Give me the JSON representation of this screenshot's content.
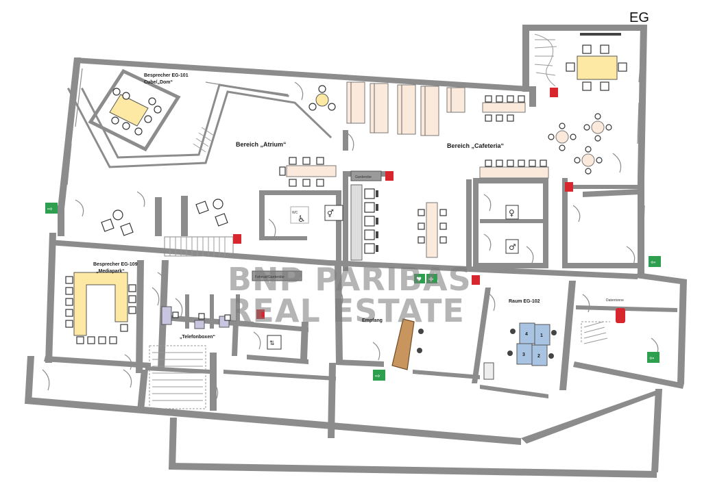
{
  "floor_label": "EG",
  "rooms": {
    "eg101_line1": "Besprecher EG-101",
    "eg101_line2": "Cube/„Dom“",
    "atrium": "Bereich „Atrium“",
    "cafeteria": "Bereich „Cafeteria“",
    "eg109_line1": "Besprecher EG-109",
    "eg109_line2": "„Mediapark“",
    "telefonboxen": "„Telefonboxen“",
    "empfang": "Empfang",
    "eg102": "Raum EG-102",
    "datentonne": "Datentonne",
    "garderobe": "Garderobe",
    "fahrrad": "Fahrrad/Garderobe",
    "wc": "WC"
  },
  "desk_numbers": [
    "1",
    "2",
    "3",
    "4"
  ],
  "watermark": {
    "line1": "BNP PARIBAS",
    "line2": "REAL ESTATE"
  },
  "icons": {
    "emergency_exit": "exit-sign-icon",
    "fire_extinguisher": "fire-extinguisher-icon",
    "first_aid": "first-aid-icon",
    "defibrillator": "defibrillator-icon",
    "elevator": "elevator-icon",
    "restroom_male": "male-restroom-icon",
    "restroom_female": "female-restroom-icon",
    "accessible_wc": "wheelchair-icon",
    "trash_bin": "trash-bin-icon",
    "printer": "printer-icon"
  },
  "colors": {
    "wall": "#8c8c8c",
    "meeting_table": "#fde9a3",
    "desk": "#a9c4e2",
    "cafeteria_table": "#fbe9dc",
    "exit_green": "#2e9e4f",
    "fire_red": "#d7262e"
  }
}
